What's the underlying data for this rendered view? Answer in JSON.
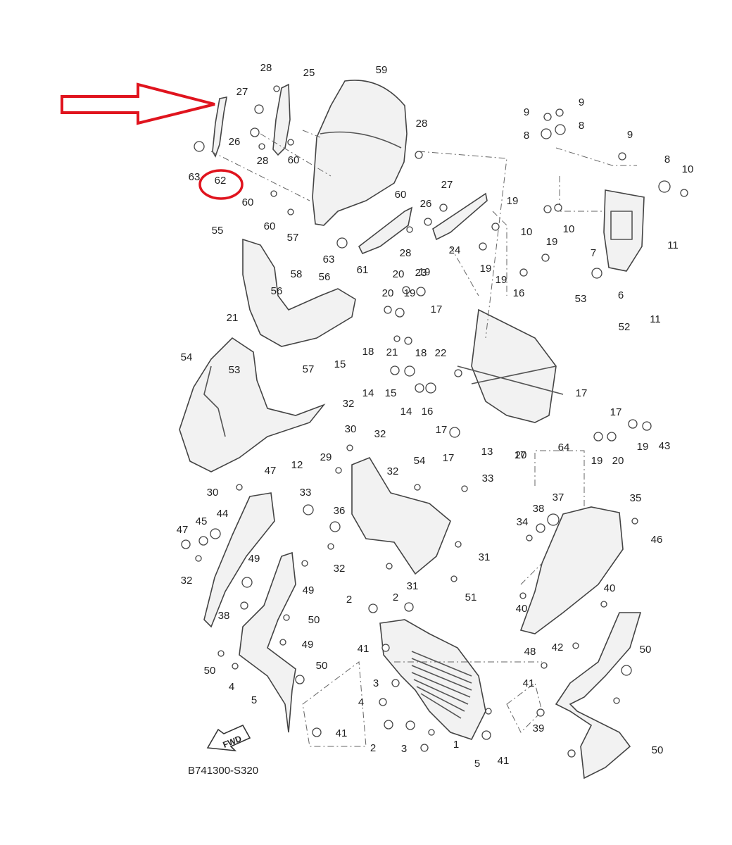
{
  "diagram_code": "B741300-S320",
  "fwd_label": "FWD",
  "highlight_color": "#e0141e",
  "highlighted_part": "62",
  "labels": [
    "28",
    "25",
    "59",
    "27",
    "26",
    "28",
    "60",
    "63",
    "62",
    "60",
    "60",
    "9",
    "9",
    "8",
    "8",
    "9",
    "8",
    "10",
    "28",
    "27",
    "26",
    "19",
    "10",
    "10",
    "60",
    "63",
    "61",
    "28",
    "24",
    "19",
    "19",
    "7",
    "11",
    "11",
    "6",
    "55",
    "57",
    "58",
    "56",
    "56",
    "20",
    "19",
    "16",
    "19",
    "20",
    "19",
    "17",
    "23",
    "53",
    "21",
    "18",
    "21",
    "18",
    "22",
    "52",
    "54",
    "53",
    "57",
    "15",
    "14",
    "15",
    "14",
    "16",
    "17",
    "17",
    "17",
    "64",
    "32",
    "30",
    "32",
    "29",
    "32",
    "54",
    "12",
    "13",
    "17",
    "17",
    "20",
    "19",
    "20",
    "19",
    "43",
    "47",
    "30",
    "33",
    "33",
    "36",
    "37",
    "38",
    "35",
    "34",
    "46",
    "45",
    "44",
    "47",
    "32",
    "32",
    "31",
    "31",
    "51",
    "49",
    "49",
    "50",
    "38",
    "40",
    "40",
    "2",
    "2",
    "49",
    "50",
    "50",
    "4",
    "41",
    "42",
    "50",
    "48",
    "5",
    "3",
    "4",
    "2",
    "3",
    "1",
    "5",
    "41",
    "41",
    "39",
    "50",
    "41"
  ]
}
